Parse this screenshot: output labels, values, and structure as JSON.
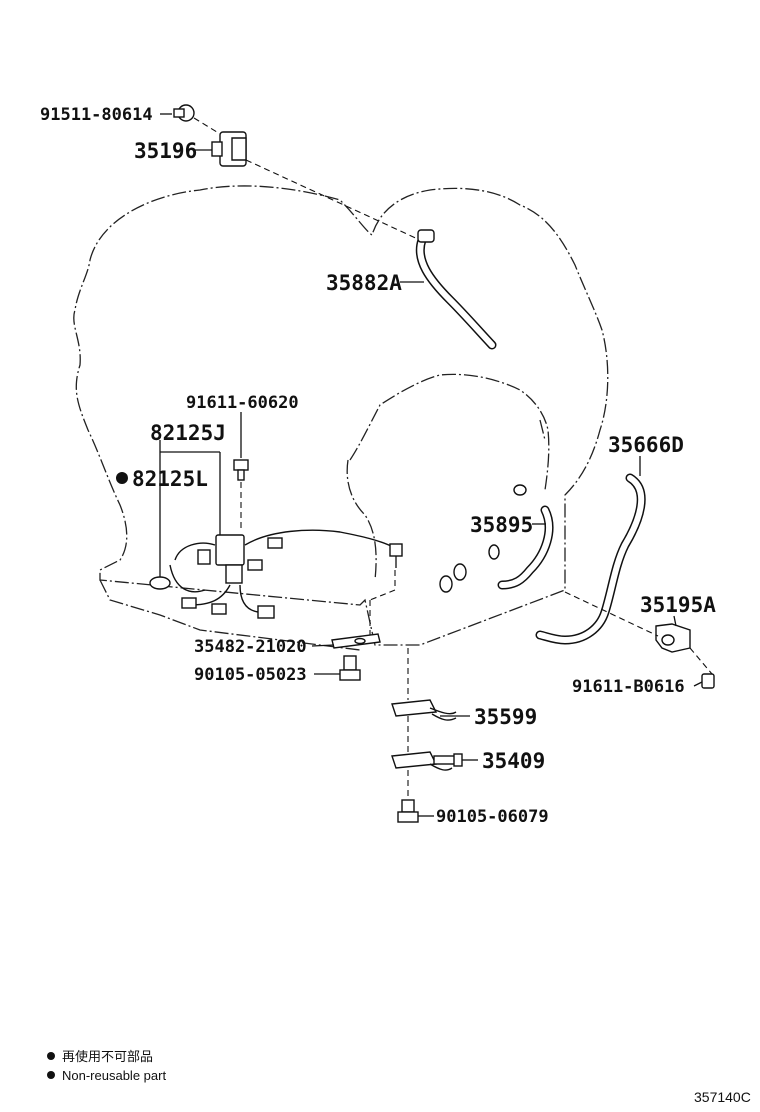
{
  "parts": {
    "p91511_80614": "91511-80614",
    "p35196": "35196",
    "p35882A": "35882A",
    "p91611_60620": "91611-60620",
    "p82125J": "82125J",
    "p82125L": "82125L",
    "p35666D": "35666D",
    "p35895": "35895",
    "p35195A": "35195A",
    "p35482_21020": "35482-21020",
    "p90105_05023": "90105-05023",
    "p91611_B0616": "91611-B0616",
    "p35599": "35599",
    "p35409": "35409",
    "p90105_06079": "90105-06079"
  },
  "legend": {
    "line_cn": "再使用不可部品",
    "line_en": "Non-reusable part"
  },
  "diagram_code": "357140C"
}
